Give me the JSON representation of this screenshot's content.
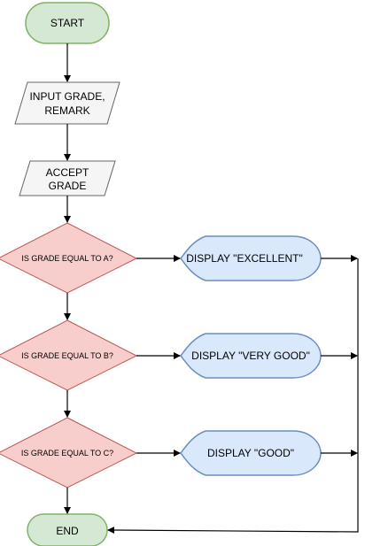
{
  "colors": {
    "terminal_fill": "#d5e8d4",
    "terminal_stroke": "#82b366",
    "io_fill": "#f5f5f5",
    "io_stroke": "#666666",
    "decision_fill": "#f8cecc",
    "decision_stroke": "#b85450",
    "display_fill": "#dae8fc",
    "display_stroke": "#6c8ebf"
  },
  "nodes": {
    "start": {
      "label": "START"
    },
    "input": {
      "line1": "INPUT GRADE,",
      "line2": "REMARK"
    },
    "accept": {
      "line1": "ACCEPT",
      "line2": "GRADE"
    },
    "decision_a": {
      "label": "IS GRADE EQUAL TO A?"
    },
    "decision_b": {
      "label": "IS GRADE EQUAL TO B?"
    },
    "decision_c": {
      "label": "IS GRADE EQUAL TO C?"
    },
    "display_a": {
      "label": "DISPLAY \"EXCELLENT\""
    },
    "display_b": {
      "label": "DISPLAY \"VERY GOOD\""
    },
    "display_c": {
      "label": "DISPLAY \"GOOD\""
    },
    "end": {
      "label": "END"
    }
  }
}
